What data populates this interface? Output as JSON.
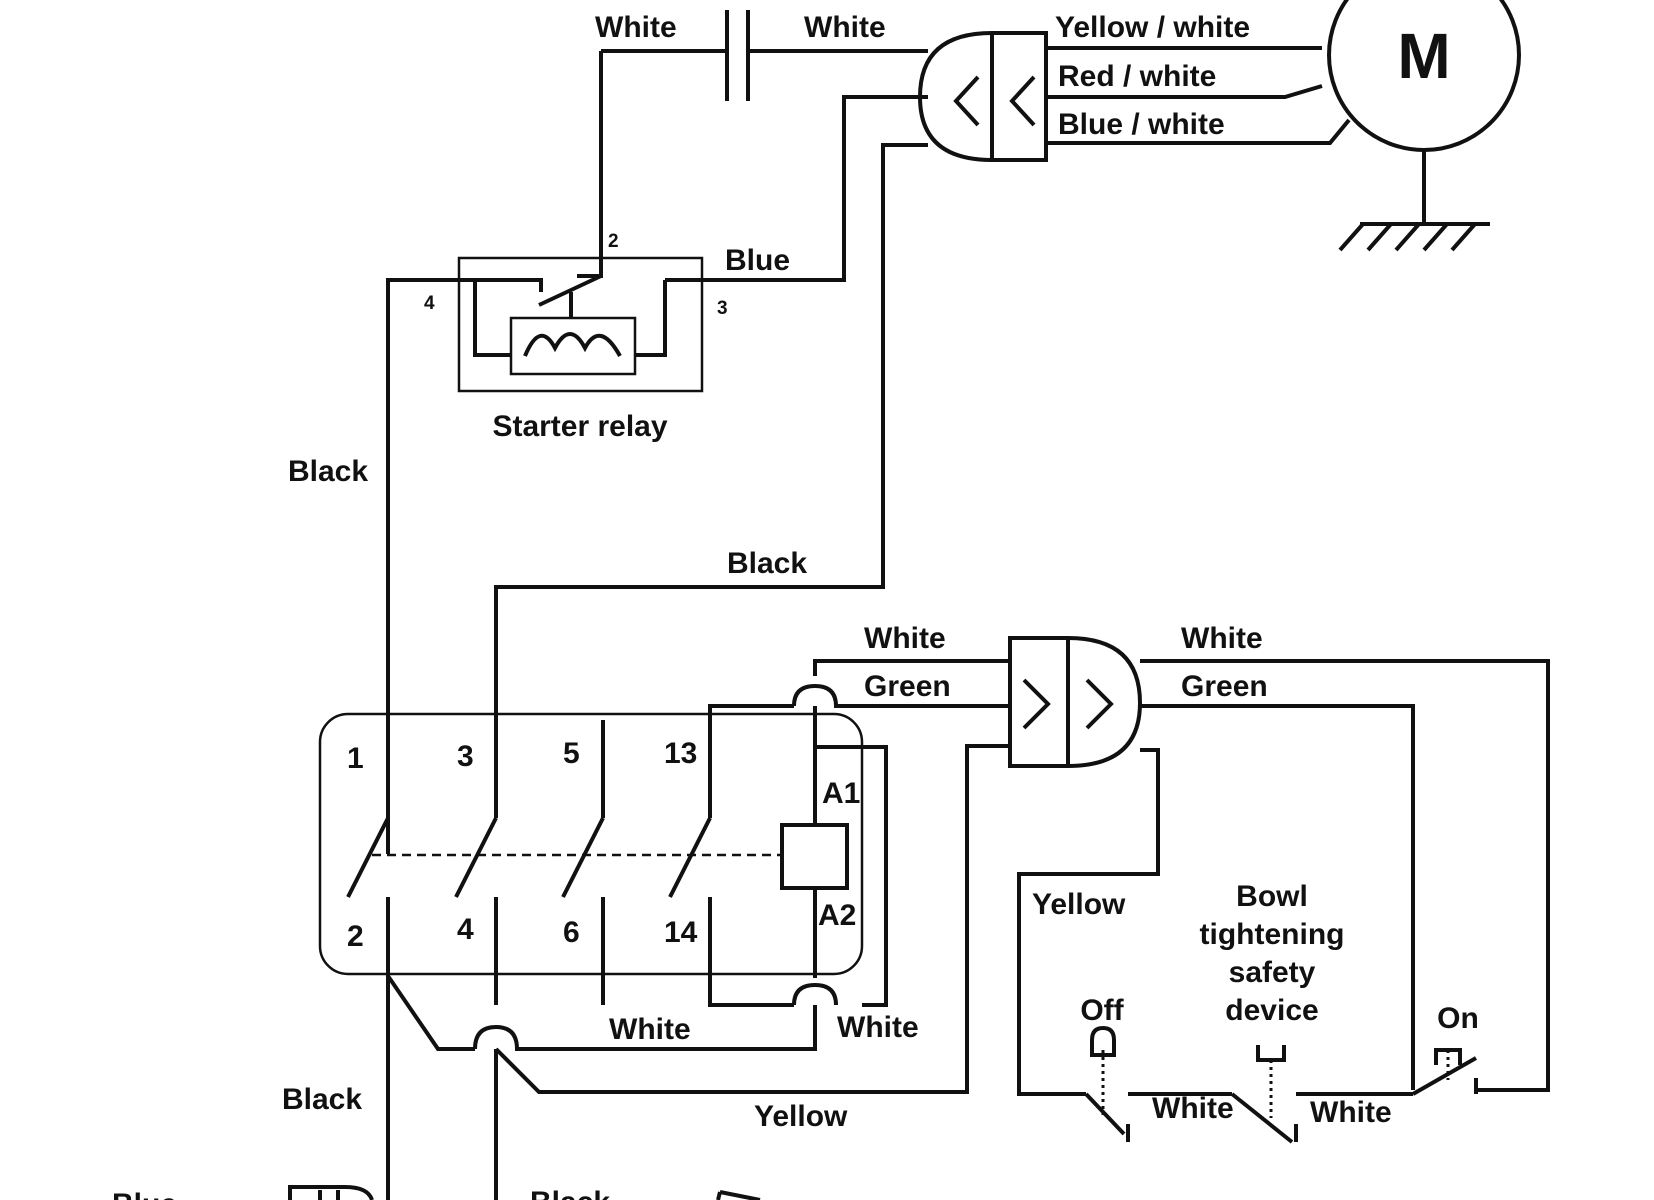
{
  "labels": {
    "white_top_left": "White",
    "white_top_right": "White",
    "yellow_white": "Yellow / white",
    "red_white": "Red / white",
    "blue_white": "Blue / white",
    "motor": "M",
    "blue": "Blue",
    "black_left": "Black",
    "black_mid": "Black",
    "starter_relay": "Starter relay",
    "white_mid_left": "White",
    "green_mid_left": "Green",
    "white_mid_right": "White",
    "green_mid_right": "Green",
    "yellow_right": "Yellow",
    "bowl_1": "Bowl",
    "bowl_2": "tightening",
    "bowl_3": "safety",
    "bowl_4": "device",
    "off": "Off",
    "on": "On",
    "white_bottom_1": "White",
    "white_bottom_2": "White",
    "white_switch_1": "White",
    "white_switch_2": "White",
    "black_bottom_left": "Black",
    "yellow_bottom": "Yellow",
    "black_bottom": "Black",
    "blue_bottom": "Blue"
  },
  "relay_pins": {
    "p2": "2",
    "p4": "4",
    "p3": "3"
  },
  "contactor_pins": {
    "t1": "1",
    "t3": "3",
    "t5": "5",
    "t13": "13",
    "b2": "2",
    "b4": "4",
    "b6": "6",
    "b14": "14",
    "a1": "A1",
    "a2": "A2"
  }
}
